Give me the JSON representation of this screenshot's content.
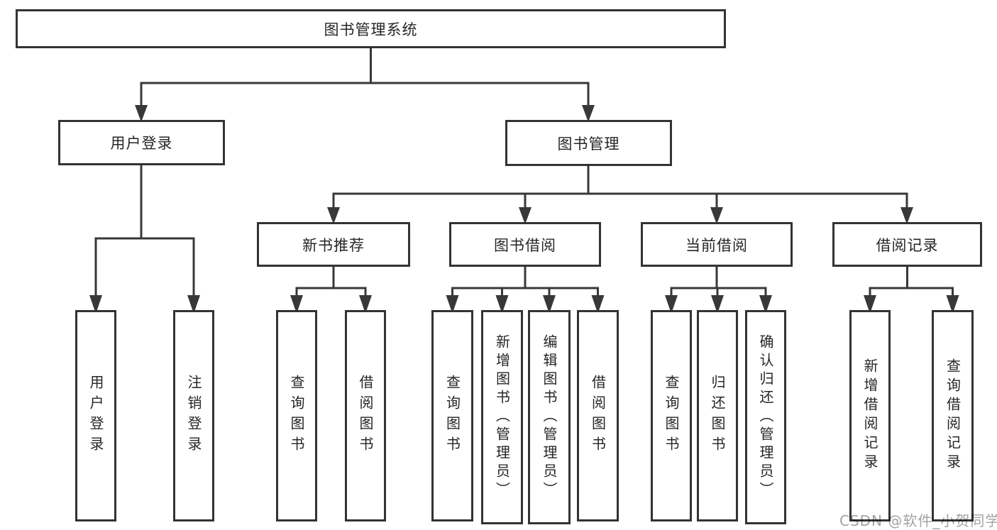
{
  "diagram": {
    "type": "org-tree",
    "root": {
      "label": "图书管理系统"
    },
    "level2": {
      "user_login": {
        "label": "用户登录"
      },
      "book_mgmt": {
        "label": "图书管理"
      }
    },
    "level3": {
      "new_books": {
        "label": "新书推荐"
      },
      "book_borrow": {
        "label": "图书借阅"
      },
      "current_borrow": {
        "label": "当前借阅"
      },
      "borrow_records": {
        "label": "借阅记录"
      }
    },
    "leaves": {
      "user_login": [
        "用户登录",
        "注销登录"
      ],
      "new_books": [
        "查询图书",
        "借阅图书"
      ],
      "book_borrow": [
        "查询图书",
        "新增图书（管理员）",
        "编辑图书（管理员）",
        "借阅图书"
      ],
      "current_borrow": [
        "查询图书",
        "归还图书",
        "确认归还（管理员）"
      ],
      "borrow_records": [
        "新增借阅记录",
        "查询借阅记录"
      ]
    },
    "watermark": {
      "text": "CSDN @软件_小贺同学"
    },
    "colors": {
      "line": "#383838",
      "box_border": "#333333",
      "text": "#262626",
      "watermark": "#a2a2a2",
      "background": "#ffffff"
    }
  }
}
